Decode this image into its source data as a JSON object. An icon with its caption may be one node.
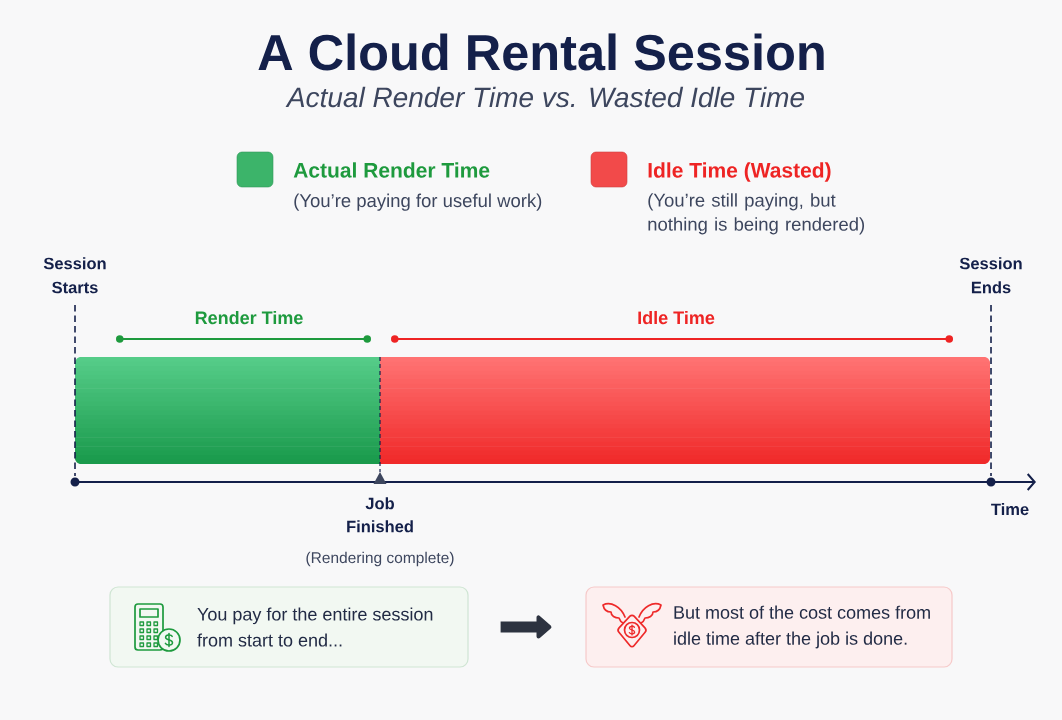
{
  "diagram": {
    "title": "A Cloud Rental Session",
    "nodes": [
      {
        "text": [],
        "shape": "bar",
        "beside": [
          "Render Time"
        ]
      },
      {
        "text": [],
        "shape": "bar",
        "beside": [
          "Idle Time"
        ]
      },
      {
        "text": [
          "You pay for the entire session from start to end..."
        ]
      },
      {
        "text": [
          "But most of the cost comes from idle time after the job is done."
        ]
      }
    ],
    "edges": [
      {
        "from": 2,
        "to": 3,
        "arrow": "to"
      }
    ],
    "labels": [
      "Actual Render Time vs. Wasted Idle Time",
      "(You’re paying for useful work)",
      "(You’re still paying, but nothing is being rendered)",
      "Session Starts",
      "Session Ends",
      "Job Finished",
      "(Rendering complete)",
      "Time"
    ],
    "legend": [
      {
        "text": "Actual Render Time",
        "color": "#3cb46a"
      },
      {
        "text": "Idle Time (Wasted)",
        "color": "#f24a4a"
      }
    ]
  }
}
